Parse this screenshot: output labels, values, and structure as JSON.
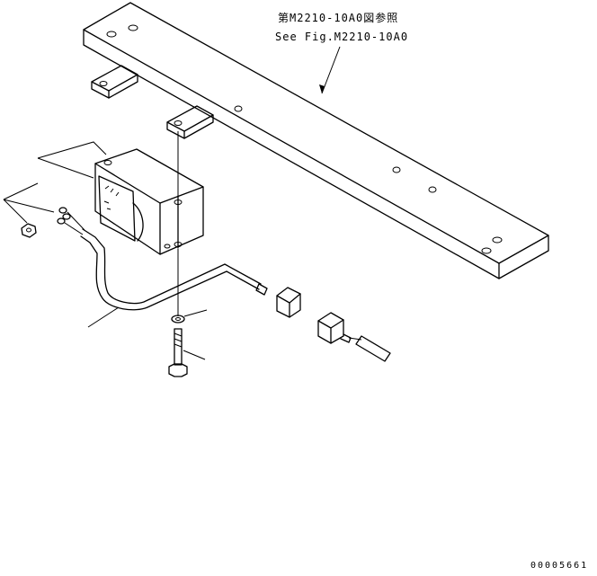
{
  "annotations": {
    "reference_jp": "第M2210-10A0図参照",
    "reference_en": "See Fig.M2210-10A0"
  },
  "footer": {
    "drawing_number": "00005661"
  }
}
